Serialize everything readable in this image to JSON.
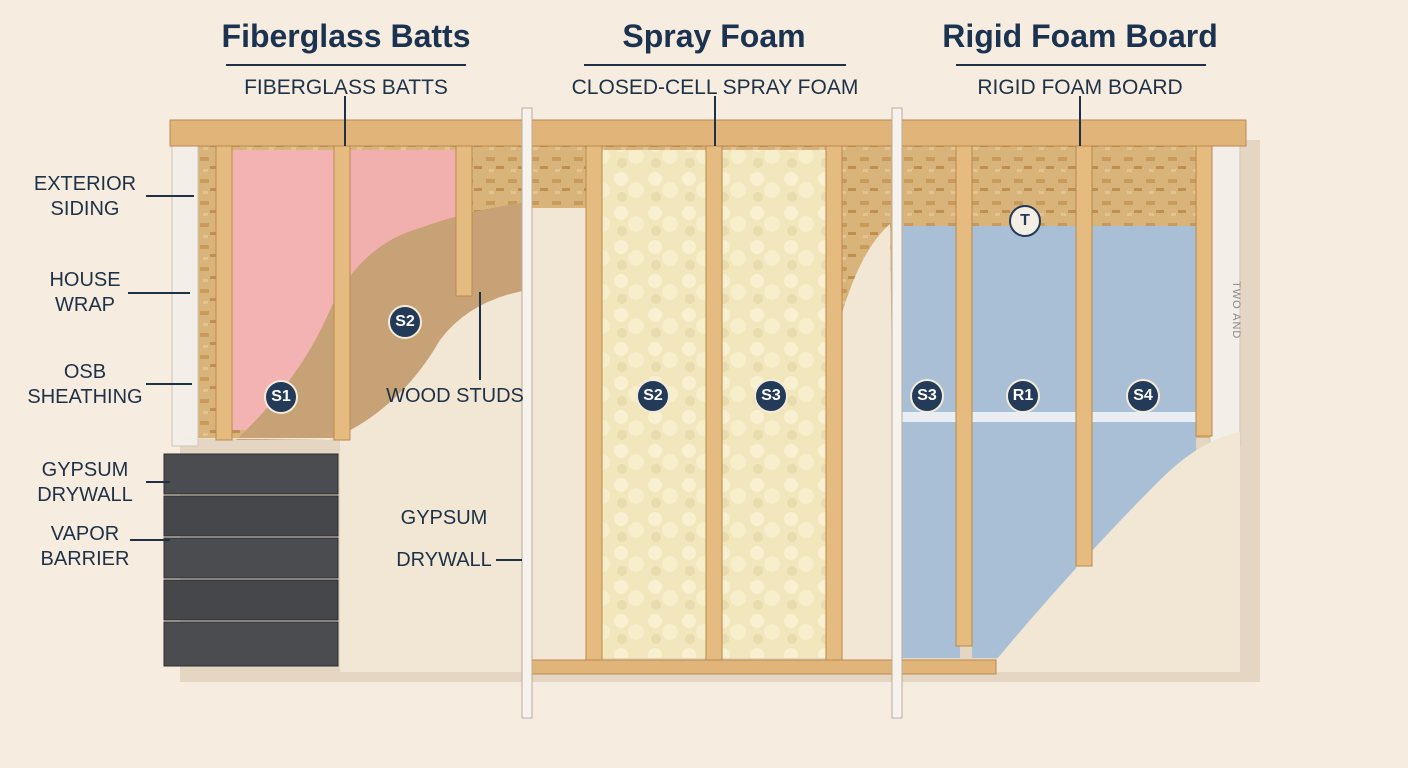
{
  "sections": [
    {
      "title": "Fiberglass Batts",
      "subtitle": "FIBERGLASS BATTS"
    },
    {
      "title": "Spray Foam",
      "subtitle": "CLOSED-CELL SPRAY FOAM"
    },
    {
      "title": "Rigid Foam Board",
      "subtitle": "RIGID FOAM BOARD"
    }
  ],
  "left_labels": [
    {
      "line1": "EXTERIOR",
      "line2": "SIDING"
    },
    {
      "line1": "HOUSE",
      "line2": "WRAP"
    },
    {
      "line1": "OSB",
      "line2": "SHEATHING"
    },
    {
      "line1": "GYPSUM",
      "line2": "DRYWALL"
    },
    {
      "line1": "VAPOR",
      "line2": "BARRIER"
    }
  ],
  "inline_labels": {
    "wood_studs": "WOOD STUDS",
    "gypsum": "GYPSUM",
    "drywall": "DRYWALL"
  },
  "badges": {
    "fiber_s1": "S1",
    "fiber_s2": "S2",
    "spray_s2": "S2",
    "spray_s3": "S3",
    "rigid_s3": "S3",
    "rigid_r1": "R1",
    "rigid_s4": "S4",
    "rigid_t": "T"
  },
  "vertical_mark": "TWO AND"
}
